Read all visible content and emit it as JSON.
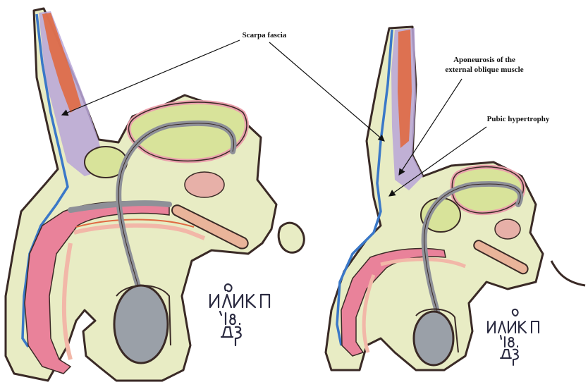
{
  "labels": {
    "scarpa_fascia": "Scarpa fascia",
    "aponeurosis_line1": "Aponeurosis of the",
    "aponeurosis_line2": "external oblique muscle",
    "pubic_hypertrophy": "Pubic hypertrophy"
  },
  "signatures": [
    {
      "text": "ИЛИК П '18. ДЗ"
    },
    {
      "text": "ИЛИК П '18. ДЗ"
    }
  ],
  "colors": {
    "outline": "#3a2a26",
    "fat": "#e8ecc4",
    "blue_fascia": "#3a78c8",
    "purple_fascia": "#b9a6d8",
    "muscle_orange": "#e06a42",
    "corpus_pink": "#e9829a",
    "urethra_pink": "#f2b7a8",
    "bladder_yellow": "#d8e39a",
    "bladder_rim": "#eaa0ac",
    "vas_gray": "#8e9098",
    "testis_gray": "#9aa0a8",
    "prostate": "#e7b0a8",
    "peach": "#e9b49a"
  }
}
